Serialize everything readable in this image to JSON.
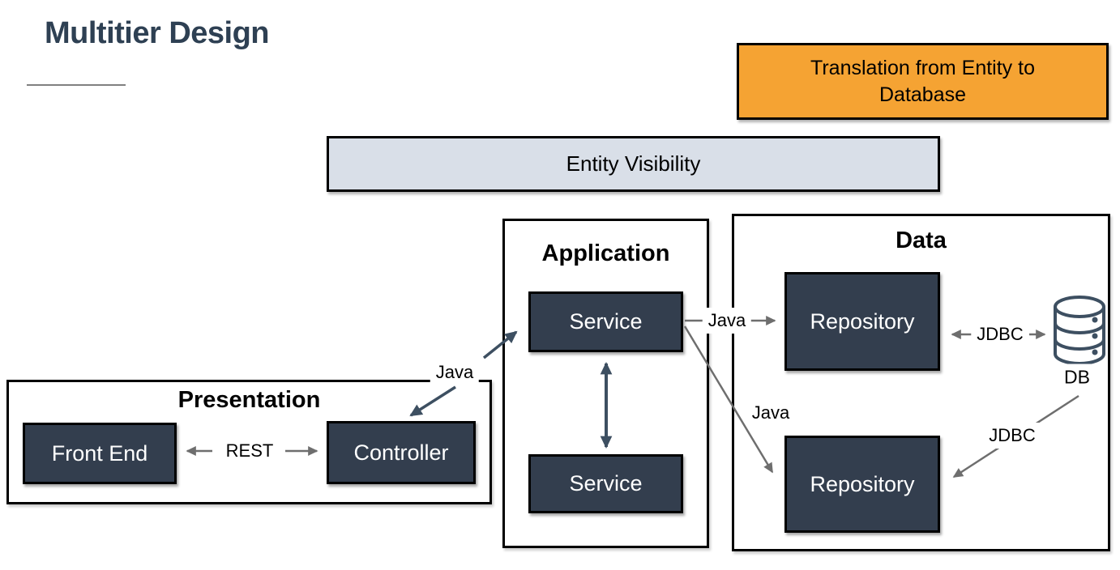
{
  "page": {
    "title": "Multitier Design"
  },
  "callouts": {
    "translation": {
      "label": "Translation from Entity to Database"
    },
    "entity_visibility": {
      "label": "Entity Visibility"
    }
  },
  "tiers": {
    "presentation": {
      "title": "Presentation",
      "nodes": {
        "front_end": "Front End",
        "controller": "Controller"
      }
    },
    "application": {
      "title": "Application",
      "nodes": {
        "service_top": "Service",
        "service_bottom": "Service"
      }
    },
    "data": {
      "title": "Data",
      "nodes": {
        "repository_top": "Repository",
        "repository_bottom": "Repository"
      }
    }
  },
  "database": {
    "label": "DB",
    "icon": "database-cylinder-icon"
  },
  "connectors": {
    "rest": {
      "label": "REST",
      "from": "Front End",
      "to": "Controller",
      "direction": "bidirectional"
    },
    "java_controller_service": {
      "label": "Java",
      "from": "Controller",
      "to": "Service",
      "direction": "bidirectional"
    },
    "java_service_repository_top": {
      "label": "Java",
      "from": "Service",
      "to": "Repository",
      "direction": "one-way"
    },
    "java_service_repository_bottom": {
      "label": "Java",
      "from": "Service",
      "to": "Repository",
      "direction": "one-way"
    },
    "jdbc_repository_db": {
      "label": "JDBC",
      "from": "Repository",
      "to": "DB",
      "direction": "bidirectional"
    },
    "jdbc_db_repository_bottom": {
      "label": "JDBC",
      "from": "DB",
      "to": "Repository",
      "direction": "one-way"
    },
    "service_service": {
      "label": "",
      "from": "Service",
      "to": "Service",
      "direction": "bidirectional"
    }
  },
  "colors": {
    "node_fill": "#333E4E",
    "node_text": "#FFFFFF",
    "arrow_dark": "#3D4F61",
    "arrow_gray": "#6E6E6E",
    "title_color": "#2E4053",
    "orange_fill": "#F5A333",
    "ev_fill": "#D9DFE8",
    "border_color": "#000000"
  }
}
